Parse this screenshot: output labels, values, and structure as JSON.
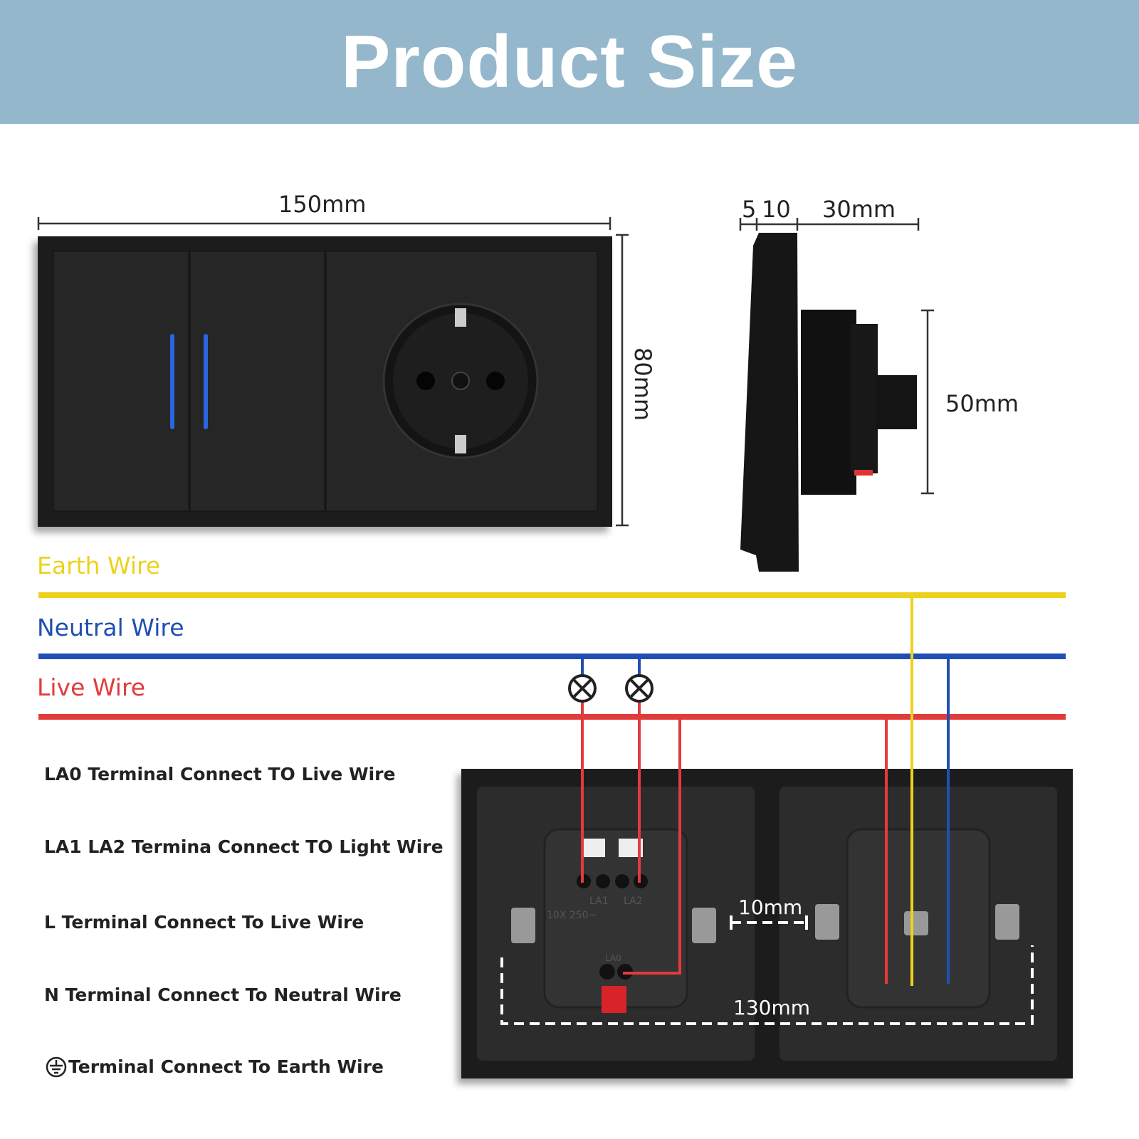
{
  "title": "Product Size",
  "dimensions": {
    "width": "150mm",
    "height": "80mm",
    "side_a": "5",
    "side_b": "10",
    "side_depth": "30mm",
    "body_height": "50mm",
    "back_gap": "10mm",
    "back_spacing": "130mm"
  },
  "wires": {
    "earth": {
      "label": "Earth Wire",
      "color": "#ecd21c"
    },
    "neutral": {
      "label": "Neutral Wire",
      "color": "#1f4fb3"
    },
    "live": {
      "label": "Live Wire",
      "color": "#e23b3b"
    }
  },
  "terminal_notes": [
    "LA0 Terminal Connect TO Live Wire",
    "LA1 LA2 Termina Connect TO Light Wire",
    "L Terminal Connect To Live Wire",
    "N Terminal Connect To Neutral Wire",
    "Terminal Connect To Earth Wire"
  ],
  "back_markings": {
    "la1": "LA1",
    "la2": "LA2",
    "la0": "LA0",
    "rating": "10X 250~"
  },
  "led_color": "#2a66e0"
}
